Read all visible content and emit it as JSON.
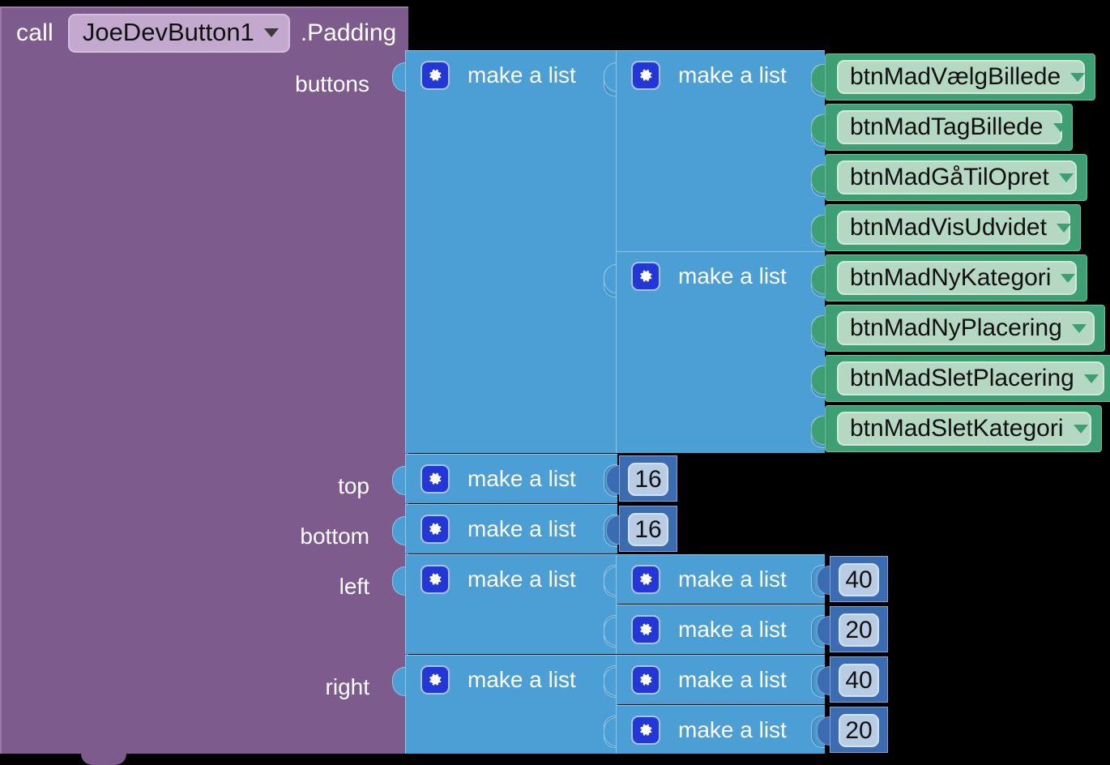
{
  "block": {
    "call_label": "call",
    "component": "JoeDevButton1",
    "method": ".Padding",
    "dropdown_icon": "chevron-down-icon",
    "gear_icon": "gear-icon"
  },
  "colors": {
    "purple": "#7d5b8c",
    "list_blue": "#4b9fd5",
    "component_green": "#3e9e74",
    "number_navy": "#3b6bb0",
    "gear_blue": "#2337d8"
  },
  "list_label": "make a list",
  "sockets": [
    {
      "name": "buttons",
      "label": "buttons"
    },
    {
      "name": "top",
      "label": "top"
    },
    {
      "name": "bottom",
      "label": "bottom"
    },
    {
      "name": "left",
      "label": "left"
    },
    {
      "name": "right",
      "label": "right"
    }
  ],
  "buttons": {
    "group1": [
      "btnMadVælgBillede",
      "btnMadTagBillede",
      "btnMadGåTilOpret",
      "btnMadVisUdvidet"
    ],
    "group2": [
      "btnMadNyKategori",
      "btnMadNyPlacering",
      "btnMadSletPlacering",
      "btnMadSletKategori"
    ]
  },
  "values": {
    "top": [
      "16"
    ],
    "bottom": [
      "16"
    ],
    "left": [
      "40",
      "20"
    ],
    "right": [
      "40",
      "20"
    ]
  }
}
